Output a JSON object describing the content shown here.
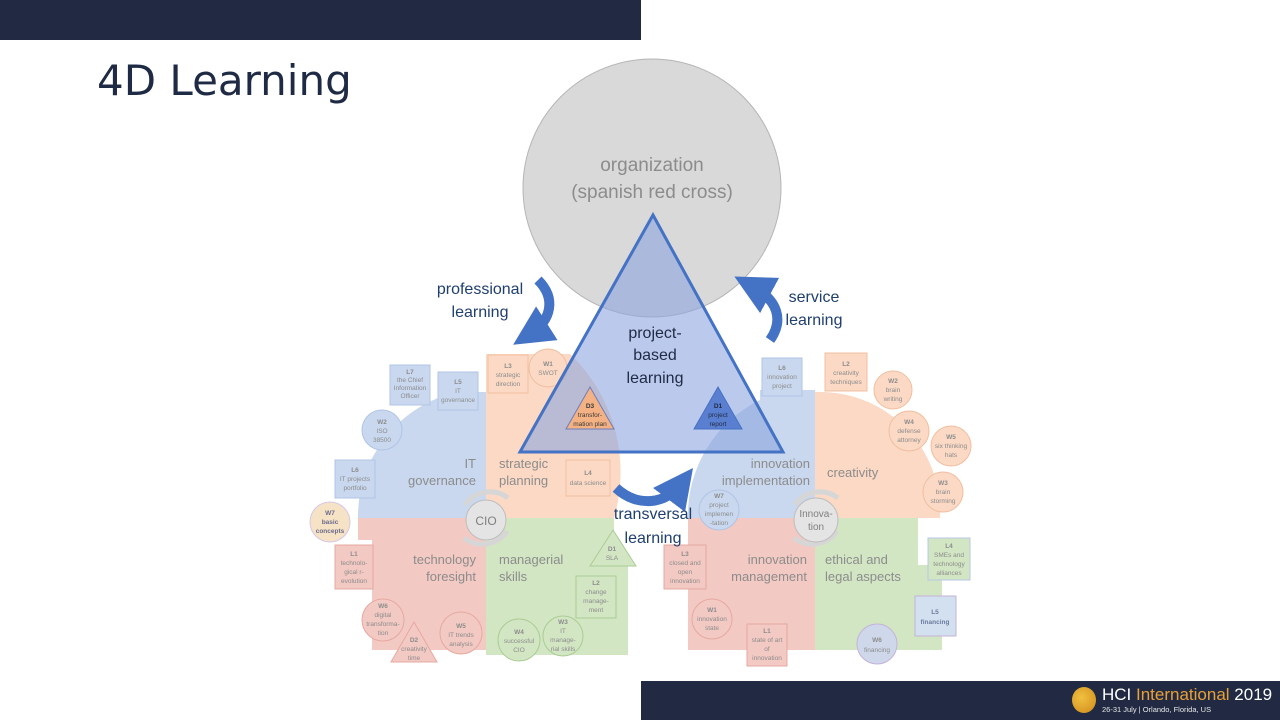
{
  "slide": {
    "title": "4D Learning"
  },
  "diagram": {
    "organization": {
      "line1": "organization",
      "line2": "(spanish red cross)"
    },
    "center": {
      "line1": "project-",
      "line2": "based",
      "line3": "learning"
    },
    "arrows": {
      "professional": [
        "professional",
        "learning"
      ],
      "service": [
        "service",
        "learning"
      ],
      "transversal": [
        "transversal",
        "learning"
      ]
    },
    "hubs": {
      "left": "CIO",
      "right": [
        "Innova-",
        "tion"
      ]
    },
    "center_markers": {
      "d3": [
        "D3",
        "transfor-",
        "mation plan"
      ],
      "d1": [
        "D1",
        "project",
        "report"
      ]
    },
    "quadrants": {
      "it_governance": [
        "IT",
        "governance"
      ],
      "strategic_planning": [
        "strategic",
        "planning"
      ],
      "technology_foresight": [
        "technology",
        "foresight"
      ],
      "managerial_skills": [
        "managerial",
        "skills"
      ],
      "innovation_implementation": [
        "innovation",
        "implementation"
      ],
      "creativity": [
        "creativity"
      ],
      "innovation_management": [
        "innovation",
        "management"
      ],
      "ethical_legal": [
        "ethical and",
        "legal aspects"
      ]
    },
    "items": {
      "l7": [
        "L7",
        "the Chief",
        "Information",
        "Officer"
      ],
      "l5_itgov": [
        "L5",
        "IT",
        "governance"
      ],
      "w2_iso": [
        "W2",
        "ISO",
        "38500"
      ],
      "l6_portfolio": [
        "L6",
        "IT projects",
        "portfolio"
      ],
      "w7_basic": [
        "W7",
        "basic",
        "concepts"
      ],
      "l3_strategic": [
        "L3",
        "strategic",
        "direction"
      ],
      "w1_swot": [
        "W1",
        "SWOT"
      ],
      "l4_data": [
        "L4",
        "data science"
      ],
      "l1_tech": [
        "L1",
        "technolo-",
        "gical r-",
        "evolution"
      ],
      "w6_digital": [
        "W6",
        "digital",
        "transforma-",
        "tion"
      ],
      "w5_trends": [
        "W5",
        "IT trends",
        "analysis"
      ],
      "d2_creativity": [
        "D2",
        "creativity",
        "time"
      ],
      "d1_sla": [
        "D1",
        "SLA"
      ],
      "l2_change": [
        "L2",
        "change",
        "manage-",
        "ment"
      ],
      "w3_managerial": [
        "W3",
        "IT",
        "manage-",
        "rial skills"
      ],
      "w4_cio": [
        "W4",
        "successful",
        "CIO"
      ],
      "l6_innovation": [
        "L6",
        "innovation",
        "project"
      ],
      "w7_project": [
        "W7",
        "project",
        "implemen",
        "-tation"
      ],
      "l2_creativity": [
        "L2",
        "creativity",
        "techniques"
      ],
      "w2_brain": [
        "W2",
        "brain",
        "writing"
      ],
      "w4_defense": [
        "W4",
        "defense",
        "attorney"
      ],
      "w5_hats": [
        "W5",
        "six thinking",
        "hats"
      ],
      "w3_storming": [
        "W3",
        "brain",
        "storming"
      ],
      "l3_open": [
        "L3",
        "closed and",
        "open",
        "innovation"
      ],
      "w1_state": [
        "W1",
        "innovation",
        "state"
      ],
      "l1_art": [
        "L1",
        "state of art",
        "of",
        "innovation"
      ],
      "l4_smes": [
        "L4",
        "SMEs and",
        "technology",
        "alliances"
      ],
      "l5_financing": [
        "L5",
        "financing"
      ],
      "w6_financing": [
        "W6",
        "financing"
      ]
    }
  },
  "footer": {
    "brand_white": "HCI ",
    "brand_highlight": "International",
    "brand_year": " 2019",
    "subline": "26-31 July | Orlando, Florida, US"
  },
  "colors": {
    "header_bar": "#212a42",
    "blue_quadrant": "#c9d8ef",
    "orange_quadrant": "#fbd9c5",
    "red_quadrant": "#f3c9c3",
    "green_quadrant": "#d3e6c4",
    "triangle": "#8aa4de",
    "arrow": "#4472c4"
  }
}
